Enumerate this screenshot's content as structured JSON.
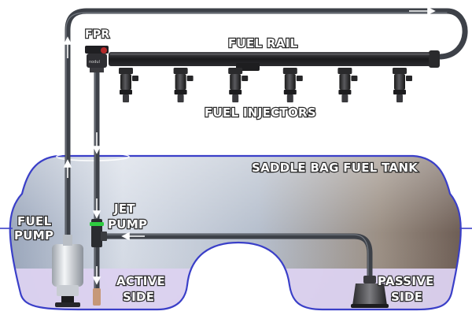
{
  "labels": {
    "fpr": "FPR",
    "fuel_rail": "FUEL RAIL",
    "fuel_injectors": "FUEL INJECTORS",
    "saddle_bag_fuel_tank": "SADDLE BAG FUEL TANK",
    "fuel_pump_line1": "FUEL",
    "fuel_pump_line2": "PUMP",
    "jet_pump_line1": "JET",
    "jet_pump_line2": "PUMP",
    "active_side_line1": "ACTIVE",
    "active_side_line2": "SIDE",
    "passive_side_line1": "PASSIVE",
    "passive_side_line2": "SIDE"
  },
  "injector_count": 6,
  "colors": {
    "tank_outline": "#3a3fc8",
    "hose": "#3d4148",
    "hose_highlight": "#8a9099",
    "rail": "#1c1c1e",
    "jet_pump_ring": "#2ecc40",
    "fuel": "#d9cdee",
    "arrow": "#ffffff"
  }
}
